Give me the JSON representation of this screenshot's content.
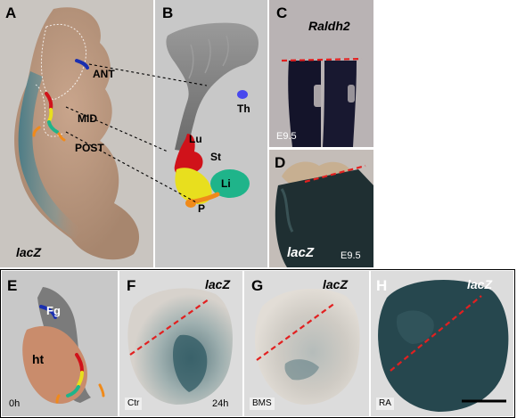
{
  "panels": {
    "A": {
      "letter": "A",
      "stain": "lacZ",
      "regions": [
        "ANT",
        "MID",
        "POST"
      ]
    },
    "B": {
      "letter": "B",
      "organs": {
        "th": "Th",
        "lu": "Lu",
        "st": "St",
        "li": "Li",
        "p": "P"
      }
    },
    "C": {
      "letter": "C",
      "gene": "Raldh2",
      "stage": "E9.5"
    },
    "D": {
      "letter": "D",
      "stain": "lacZ",
      "stage": "E9.5"
    },
    "E": {
      "letter": "E",
      "fg": "Fg",
      "ht": "ht",
      "time": "0h"
    },
    "F": {
      "letter": "F",
      "stain": "lacZ",
      "condition": "Ctr",
      "time": "24h"
    },
    "G": {
      "letter": "G",
      "stain": "lacZ",
      "condition": "BMS"
    },
    "H": {
      "letter": "H",
      "stain": "lacZ",
      "condition": "RA"
    }
  },
  "colors": {
    "background_grey": "#c8c8c8",
    "embryo_tan": "#b89a82",
    "lacz_blue": "#2f5a63",
    "ant_blue": "#1a2fb0",
    "lung_red": "#d0121a",
    "stomach_yellow": "#e8df1e",
    "liver_green": "#1fb48a",
    "pancreas_orange": "#f08a1a",
    "heart_brown": "#c98c6c",
    "dashed_red": "#e22020"
  }
}
